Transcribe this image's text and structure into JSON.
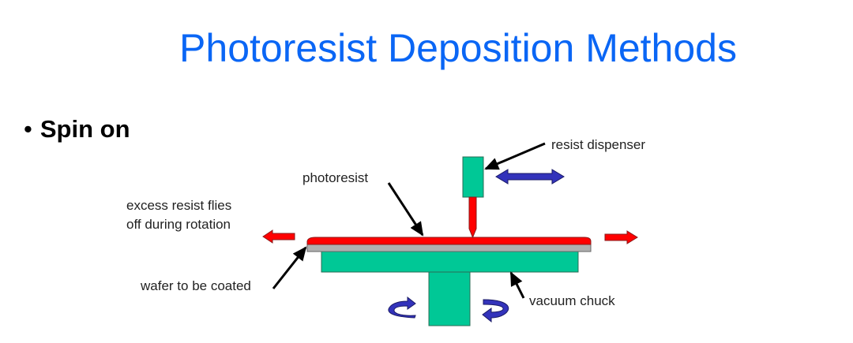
{
  "slide": {
    "title": "Photoresist Deposition Methods",
    "bullet": {
      "marker": "•",
      "text": "Spin on"
    }
  },
  "diagram": {
    "labels": {
      "resist_dispenser": "resist dispenser",
      "photoresist": "photoresist",
      "excess_line1": "excess resist flies",
      "excess_line2": "off during rotation",
      "wafer": "wafer to be coated",
      "vacuum_chuck": "vacuum chuck"
    },
    "colors": {
      "title": "#0a66f5",
      "resist": "#ff0000",
      "wafer": "#b0b0b0",
      "chuck": "#00c896",
      "motion_arrow": "#3333bb",
      "leader": "#000000"
    }
  }
}
